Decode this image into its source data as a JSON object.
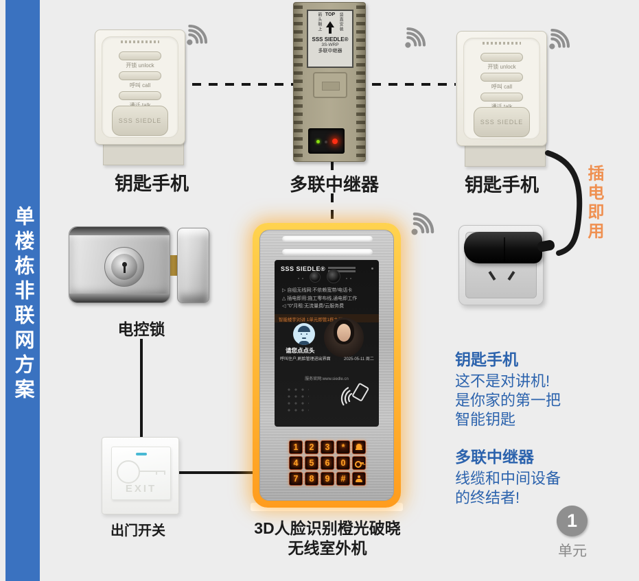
{
  "sidebar": {
    "label": "单楼栋非联网方案"
  },
  "keyphone_left": {
    "caption": "钥匙手机",
    "brand": "SSS SIEDLE",
    "buttons": [
      {
        "zh": "开锁",
        "en": "unlock"
      },
      {
        "zh": "呼叫",
        "en": "call"
      },
      {
        "zh": "通话",
        "en": "talk"
      }
    ]
  },
  "keyphone_right": {
    "caption": "钥匙手机",
    "brand": "SSS SIEDLE",
    "buttons": [
      {
        "zh": "开锁",
        "en": "unlock"
      },
      {
        "zh": "呼叫",
        "en": "call"
      },
      {
        "zh": "通话",
        "en": "talk"
      }
    ]
  },
  "repeater": {
    "caption": "多联中继器",
    "plate": {
      "top": "TOP",
      "left_note": "箭头朝上",
      "right_note": "竖直安装",
      "brand": "SSS SIEDLE®",
      "model": "3S-WRP",
      "name": "多联中继器"
    }
  },
  "power_note": "插电即用",
  "lock": {
    "caption": "电控锁"
  },
  "exit_switch": {
    "caption": "出门开关",
    "text": "EXIT"
  },
  "outdoor_unit": {
    "caption_line1": "3D人脸识别橙光破晓",
    "caption_line2": "无线室外机",
    "screen": {
      "brand": "SSS SIEDLE®",
      "features": [
        "▷ 自组无线网:不依赖宽带/电话卡",
        "△ 插电即用:施工零布线,通电即工作",
        "◁ \"0\"月租:无流量费/云服务费"
      ],
      "banner": "智能楼宇对讲 1单元即管1栋大堂",
      "prompt": "请您点点头",
      "hint": "呼叫住户,刷脸管理进出界面",
      "date": "2025-05-11 周二",
      "website": "服务官网:www.siedle.cn"
    },
    "keypad": {
      "rows": [
        [
          "1",
          "2",
          "3",
          "*"
        ],
        [
          "4",
          "5",
          "6",
          "0"
        ],
        [
          "7",
          "8",
          "9",
          "#"
        ]
      ],
      "icon_keys": [
        "bell",
        "key",
        "person"
      ]
    }
  },
  "notes": {
    "keyphone": {
      "title": "钥匙手机",
      "lines": [
        "这不是对讲机!",
        "是你家的第一把",
        "智能钥匙"
      ]
    },
    "repeater": {
      "title": "多联中继器",
      "lines": [
        "线缆和中间设备",
        "的终结者!"
      ]
    }
  },
  "badge": {
    "number": "1",
    "label": "单元"
  },
  "colors": {
    "sidebar_blue": "#3a72c0",
    "note_blue": "#2c63ad",
    "power_orange": "#ef9051",
    "glow_orange": "#ffa21f",
    "key_backlight": "#ffa126"
  }
}
